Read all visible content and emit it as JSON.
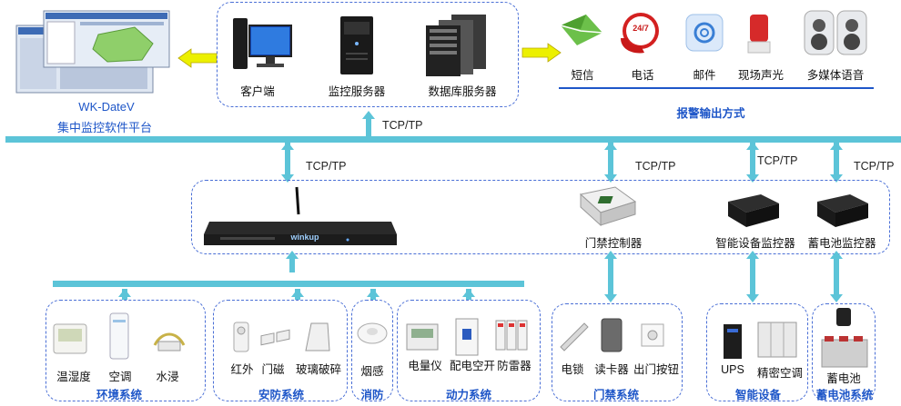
{
  "platform": {
    "name": "WK-DateV",
    "subtitle": "集中监控软件平台"
  },
  "servers": {
    "items": [
      "客户端",
      "监控服务器",
      "数据库服务器"
    ]
  },
  "alarm": {
    "title": "报警输出方式",
    "items": [
      "短信",
      "电话",
      "邮件",
      "现场声光",
      "多媒体语音"
    ],
    "phone_badge": "24/7"
  },
  "network": {
    "protocol": "TCP/TP"
  },
  "controllers": {
    "items": [
      "门禁控制器",
      "智能设备监控器",
      "蓄电池监控器"
    ],
    "device_brand": "winkup"
  },
  "systems": [
    {
      "title": "环境系统",
      "items": [
        "温湿度",
        "空调",
        "水浸"
      ]
    },
    {
      "title": "安防系统",
      "items": [
        "红外",
        "门磁",
        "玻璃破碎"
      ]
    },
    {
      "title": "消防",
      "items": [
        "烟感"
      ]
    },
    {
      "title": "动力系统",
      "items": [
        "电量仪",
        "配电空开",
        "防雷器"
      ]
    },
    {
      "title": "门禁系统",
      "items": [
        "电锁",
        "读卡器",
        "出门按钮"
      ]
    },
    {
      "title": "智能设备",
      "items": [
        "UPS",
        "精密空调"
      ]
    },
    {
      "title": "蓄电池系统",
      "items": [
        "蓄电池"
      ]
    }
  ],
  "colors": {
    "bus": "#5cc4d8",
    "dash": "#4a6fd6",
    "title_blue": "#1e56c8",
    "arrow_yellow": "#ecf000"
  }
}
